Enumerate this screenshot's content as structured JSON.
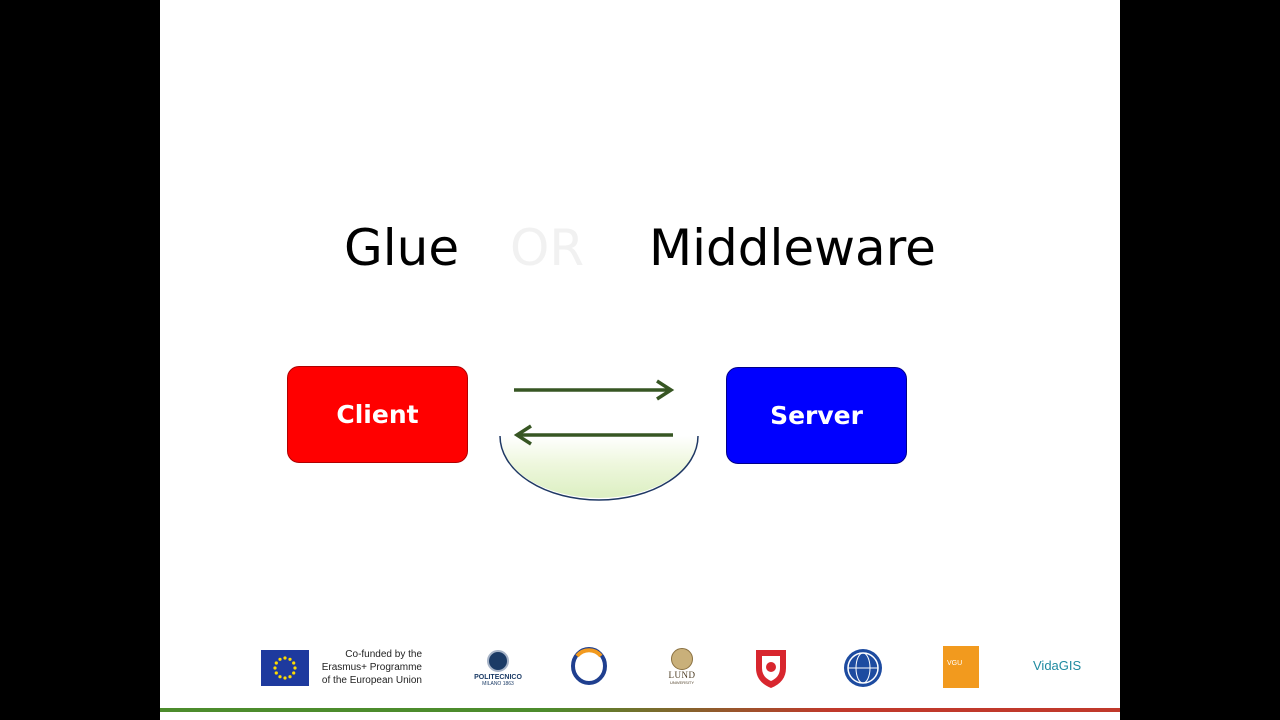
{
  "slide": {
    "title_left": "Glue",
    "title_or": "OR",
    "title_right": "Middleware"
  },
  "diagram": {
    "client_label": "Client",
    "server_label": "Server",
    "colors": {
      "client": "#ff0000",
      "server": "#0000ff",
      "arrow": "#375623",
      "bowl_fill": "#e4f2cc",
      "bowl_stroke": "#1f3864"
    },
    "arrows": [
      {
        "name": "client-to-server",
        "direction": "right"
      },
      {
        "name": "server-to-client",
        "direction": "left"
      }
    ]
  },
  "footer": {
    "eu_lines": [
      "Co-funded by the",
      "Erasmus+ Programme",
      "of the European Union"
    ],
    "polimi_name": "POLITECNICO",
    "polimi_sub": "MILANO 1863",
    "lund_name": "LUND",
    "lund_sub": "UNIVERSITY",
    "vgu_mark": "VGU",
    "vidagis": "VidaGIS"
  }
}
